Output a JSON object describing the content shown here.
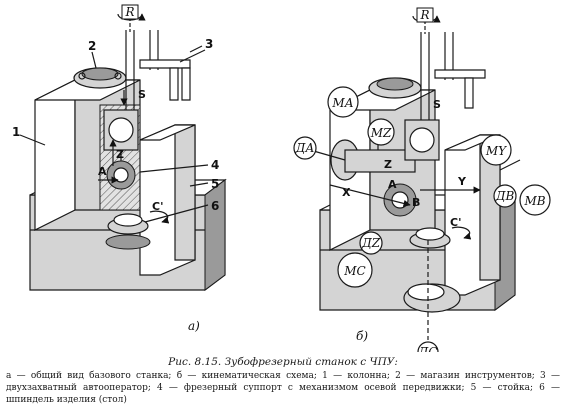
{
  "caption": {
    "title": "Рис. 8.15. Зубофрезерный станок с ЧПУ:",
    "legend": "а — общий вид базового станка; б — кинематическая схема; 1 — колонна; 2 — магазин инструментов; 3 — двухзахватный автооператор; 4 — фрезерный суппорт с механизмом осевой передвижки; 5 — стойка; 6 — шпиндель изделия (стол)"
  },
  "view_a": {
    "label": "а)",
    "rotation_label": "R",
    "part_numbers": [
      "1",
      "2",
      "3",
      "4",
      "5",
      "6"
    ],
    "axis_labels": [
      "S",
      "Z",
      "A",
      "C'"
    ]
  },
  "view_b": {
    "label": "б)",
    "rotation_label": "R",
    "motor_labels": [
      "MА",
      "MZ",
      "MY",
      "MB",
      "MC"
    ],
    "encoder_labels": [
      "ДА",
      "ДВ",
      "ДZ",
      "ДС"
    ],
    "axis_labels": [
      "S",
      "Z",
      "Y",
      "X",
      "A",
      "B",
      "C'"
    ]
  }
}
